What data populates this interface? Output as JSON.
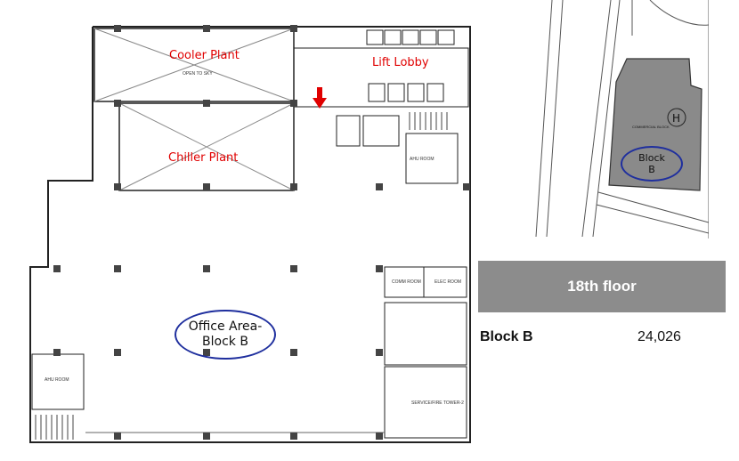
{
  "plan": {
    "labels": {
      "cooler": "Cooler Plant",
      "chiller": "Chiller Plant",
      "lift_lobby": "Lift Lobby"
    },
    "office_oval": "Office Area-\nBlock B",
    "rooms": {
      "open_to_sky": "OPEN TO SKY",
      "ahu_room_right": "AHU ROOM",
      "comm_room": "COMM ROOM",
      "elec_room": "ELEC ROOM",
      "ahu_room_left": "AHU ROOM",
      "service_fire_lift": "SERVICE/FIRE TOWER-2"
    }
  },
  "site": {
    "block_oval": "Block\nB",
    "building_tag": "COMMERCIAL BLOCK"
  },
  "info": {
    "floor": "18th floor",
    "block": "Block B",
    "area": "24,026"
  },
  "colors": {
    "label_red": "#e00000",
    "oval_blue": "#1f2f9e",
    "banner_gray": "#8c8c8c",
    "arrow_red": "#e00000"
  }
}
